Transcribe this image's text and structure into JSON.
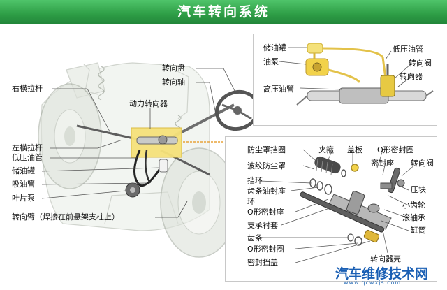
{
  "title": "汽车转向系统",
  "main_labels": {
    "right_tie_rod": "右横拉杆",
    "steering_wheel": "转向盘",
    "steering_shaft": "转向轴",
    "power_steering_gear": "动力转向器",
    "left_tie_rod": "左横拉杆",
    "low_pressure_hose": "低压油管",
    "reservoir": "储油罐",
    "suction_hose": "吸油管",
    "vane_pump": "叶片泵",
    "steering_arm": "转向臂（焊接在前悬架支柱上）"
  },
  "top_right_labels": {
    "reservoir": "储油罐",
    "oil_pump": "油泵",
    "high_pressure_hose": "高压油管",
    "low_pressure_hose": "低压油管",
    "steering_valve": "转向阀",
    "steering_gear": "转向器"
  },
  "exploded_labels": {
    "dust_cover_retainer": "防尘罩挡圈",
    "clamp": "夹箍",
    "cover_plate": "盖板",
    "o_ring_seat_top": "O形密封圈",
    "bellows_dust_cover": "波纹防尘罩",
    "seal_seat": "密封座",
    "steering_valve": "转向阀",
    "snap_ring": "挡环",
    "rack_oil_seal_seat": "齿条油封座",
    "ring": "环",
    "press_block": "压块",
    "pinion": "小齿轮",
    "o_ring_seat_mid": "O形密封座",
    "roller_bearing": "滚轴承",
    "support_bushing": "支承衬套",
    "cylinder": "缸筒",
    "rack": "齿条",
    "o_ring_seat_low": "O形密封圈",
    "seal_cap": "密封挡盖",
    "steering_gear_housing": "转向器壳"
  },
  "watermark": {
    "name": "汽车维修技术网",
    "url": "www.qcwxjs.com"
  },
  "colors": {
    "title_green": "#2e9e46",
    "gear_yellow": "#f2d24a",
    "leader_orange": "#e8a33a",
    "watermark_blue": "#1a5fb4"
  }
}
